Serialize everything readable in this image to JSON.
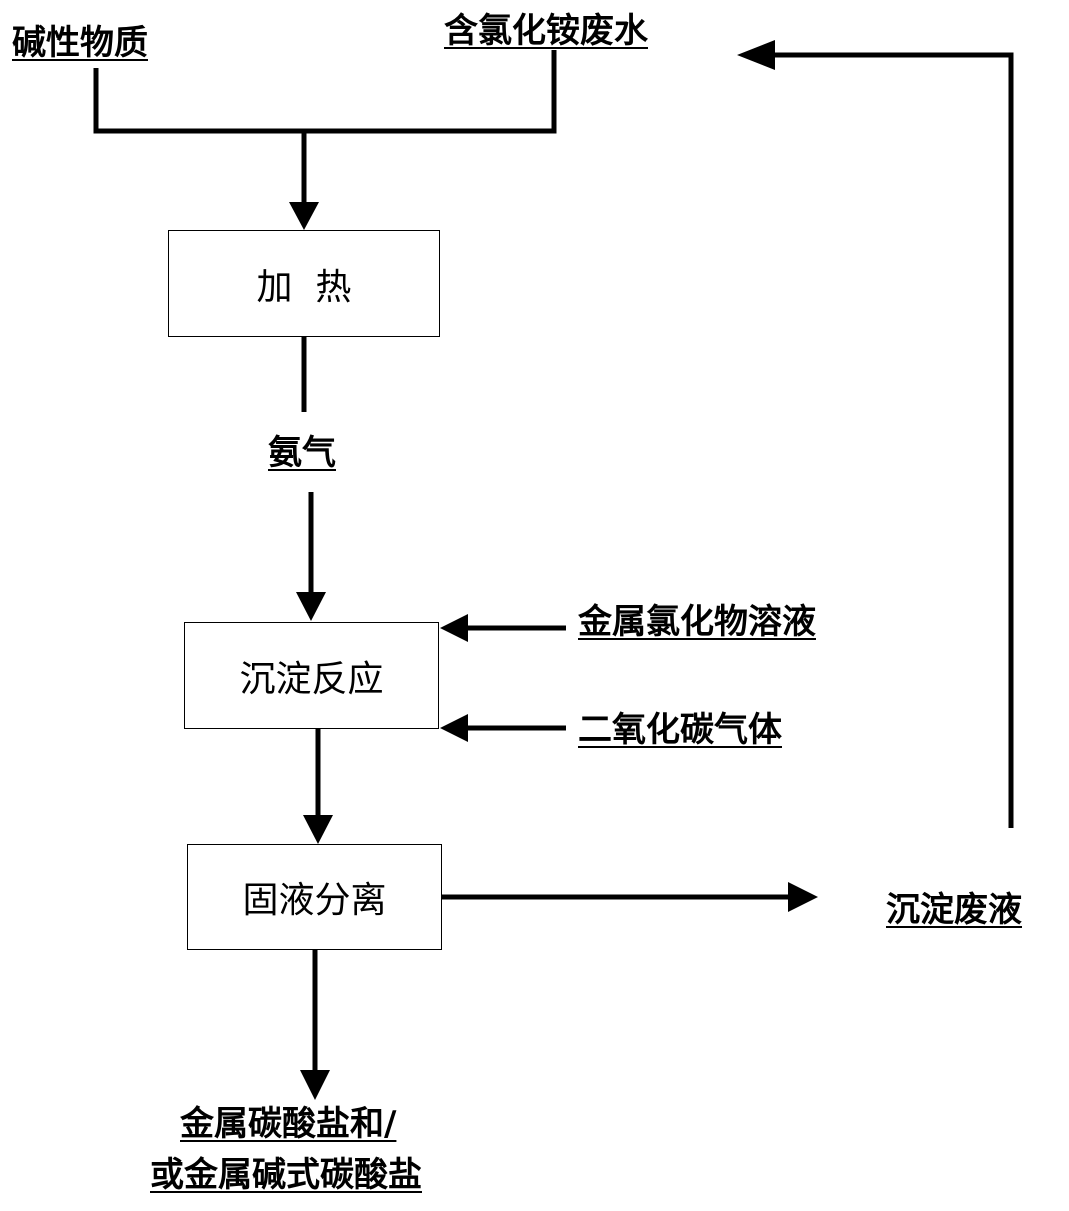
{
  "inputs": {
    "alkaline": "碱性物质",
    "wastewater": "含氯化铵废水",
    "metal_chloride": "金属氯化物溶液",
    "co2": "二氧化碳气体"
  },
  "steps": {
    "heating": "加  热",
    "ammonia": "氨气",
    "precipitation": "沉淀反应",
    "separation": "固液分离"
  },
  "outputs": {
    "waste_liquid": "沉淀废液",
    "product_line1": "金属碳酸盐和/",
    "product_line2": "或金属碱式碳酸盐"
  }
}
